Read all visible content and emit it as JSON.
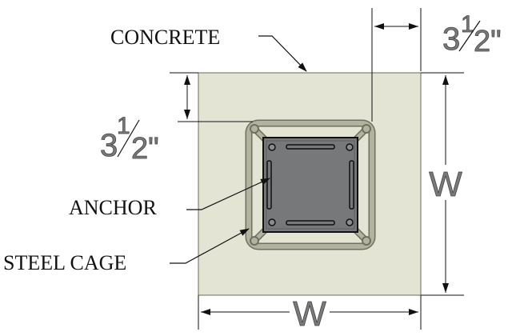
{
  "labels": {
    "concrete": "CONCRETE",
    "anchor": "ANCHOR",
    "steel_cage": "STEEL CAGE"
  },
  "dimensions": {
    "cover_top": {
      "whole": "3",
      "numerator": "1",
      "denominator": "2\""
    },
    "cover_left": {
      "whole": "3",
      "numerator": "1",
      "denominator": "2\""
    },
    "side_height": "W",
    "side_width": "W"
  },
  "colors": {
    "concrete": "#e3e4d3",
    "cage": "#b2b39f",
    "plate": "#77787a",
    "line": "#111111",
    "dim_text": "#7a7a7a"
  }
}
